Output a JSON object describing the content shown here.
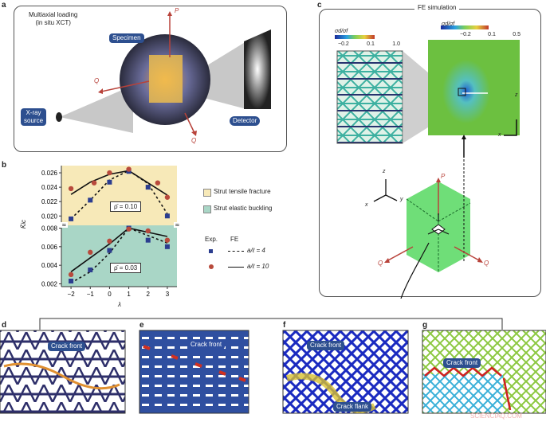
{
  "panel_labels": {
    "a": "a",
    "b": "b",
    "c": "c",
    "d": "d",
    "e": "e",
    "f": "f",
    "g": "g"
  },
  "panel_a": {
    "title_line1": "Multiaxial loading",
    "title_line2": "(in situ XCT)",
    "specimen": "Specimen",
    "xray_line1": "X-ray",
    "xray_line2": "source",
    "detector": "Detector",
    "load_p": "P",
    "load_q1": "Q",
    "load_q2": "Q"
  },
  "panel_c": {
    "title": "FE simulation",
    "colorbar_left": {
      "label": "σd/σf",
      "ticks": [
        "−0.2",
        "0.1",
        "1.0"
      ]
    },
    "colorbar_right": {
      "label": "σd/σf",
      "ticks": [
        "−0.2",
        "0.1",
        "0.5"
      ]
    },
    "axes_labels": {
      "x": "x",
      "y": "y",
      "z": "z"
    },
    "load_p": "P",
    "load_q1": "Q",
    "load_q2": "Q"
  },
  "panels_dg": {
    "d_tag": "Crack front",
    "e_tag": "Crack front",
    "f_tag1": "Crack front",
    "f_tag2": "Crack flank",
    "g_tag": "Crack front",
    "watermark": "SCIENCIAQ.COM"
  },
  "chart_data": {
    "type": "line",
    "xlabel": "λ",
    "ylabel": "K̄ic",
    "x_ticks": [
      "−2",
      "−1",
      "0",
      "1",
      "2",
      "3"
    ],
    "xlim": [
      -2.5,
      3.5
    ],
    "broken_y_axis": true,
    "legend_regions": [
      {
        "label": "Strut tensile fracture",
        "color": "#f7e9b8"
      },
      {
        "label": "Strut elastic buckling",
        "color": "#a9d6c6"
      }
    ],
    "legend_header": {
      "exp": "Exp.",
      "fe": "FE"
    },
    "legend_series": [
      {
        "label": "a/ℓ = 4",
        "marker": "square",
        "marker_color": "#2b3d8f",
        "line": "dashed"
      },
      {
        "label": "a/ℓ = 10",
        "marker": "circle",
        "marker_color": "#b84a3c",
        "line": "solid"
      }
    ],
    "grid": false,
    "panels": [
      {
        "annotation": "ρ̄ = 0.10",
        "background": "#f7e9b8",
        "ylim": [
          0.0187,
          0.027
        ],
        "y_ticks": [
          "0.020",
          "0.022",
          "0.024",
          "0.026"
        ],
        "y_tick_values": [
          0.02,
          0.022,
          0.024,
          0.026
        ],
        "exp_a4": {
          "x": [
            -2,
            -1,
            0,
            1,
            2,
            3
          ],
          "y": [
            0.0196,
            0.0222,
            0.0247,
            0.0262,
            0.024,
            0.02
          ]
        },
        "exp_a10": {
          "x": [
            -2,
            -0.8,
            0,
            1,
            2.5,
            3
          ],
          "y": [
            0.0238,
            0.0246,
            0.026,
            0.0265,
            0.0246,
            0.0226
          ]
        },
        "fe_a4": {
          "x": [
            -2,
            -1,
            0,
            1,
            2,
            3
          ],
          "y": [
            0.0196,
            0.0222,
            0.025,
            0.0263,
            0.0245,
            0.0203
          ]
        },
        "fe_a10": {
          "x": [
            -2,
            -1,
            0,
            1,
            3
          ],
          "y": [
            0.023,
            0.0247,
            0.0258,
            0.0263,
            0.0229
          ]
        }
      },
      {
        "annotation": "ρ̄ = 0.03",
        "background": "#a9d6c6",
        "ylim": [
          0.0017,
          0.0083
        ],
        "y_ticks": [
          "0.002",
          "0.004",
          "0.006",
          "0.008"
        ],
        "y_tick_values": [
          0.002,
          0.004,
          0.006,
          0.008
        ],
        "exp_a4": {
          "x": [
            -2,
            -1,
            0,
            1,
            2,
            3
          ],
          "y": [
            0.0023,
            0.0035,
            0.0056,
            0.008,
            0.0067,
            0.006
          ]
        },
        "exp_a10": {
          "x": [
            -2,
            -1,
            0,
            1,
            2,
            3
          ],
          "y": [
            0.003,
            0.0054,
            0.0066,
            0.0079,
            0.0077,
            0.0067
          ]
        },
        "fe_a4": {
          "x": [
            -2,
            -1,
            0,
            1,
            2,
            3
          ],
          "y": [
            0.0021,
            0.0033,
            0.0053,
            0.008,
            0.0072,
            0.0064
          ]
        },
        "fe_a10": {
          "x": [
            -2,
            0,
            1,
            3
          ],
          "y": [
            0.0033,
            0.0063,
            0.008,
            0.0071
          ]
        }
      }
    ]
  }
}
